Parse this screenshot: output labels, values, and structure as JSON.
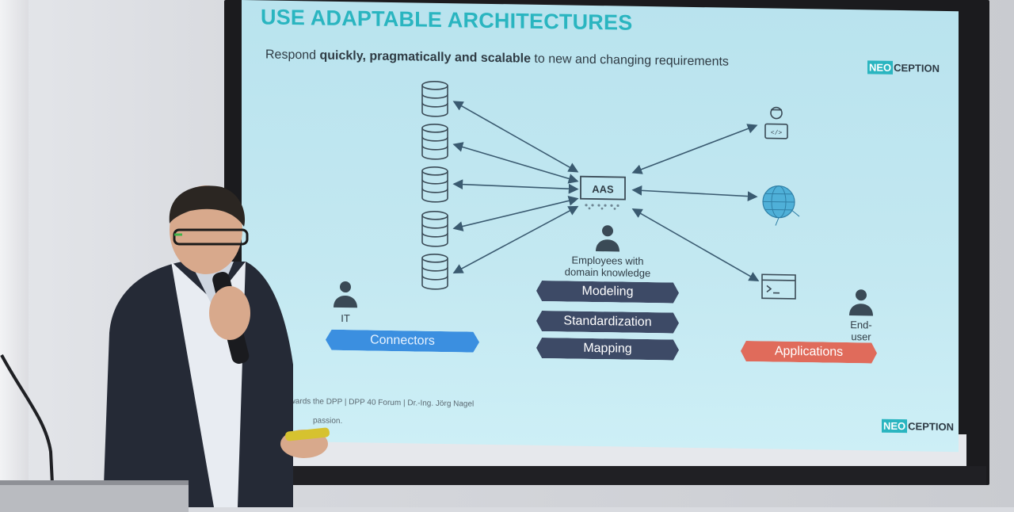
{
  "slide": {
    "title": "USE ADAPTABLE ARCHITECTURES",
    "subtitle_prefix": "Respond ",
    "subtitle_bold": "quickly, pragmatically and scalable",
    "subtitle_suffix": " to new and changing requirements",
    "logo_mark": "NEO",
    "logo_text": "CEPTION",
    "aas_label": "AAS",
    "employees_label_line1": "Employees with",
    "employees_label_line2": "domain knowledge",
    "it_label": "IT",
    "enduser_label_line1": "End-",
    "enduser_label_line2": "user",
    "steps": [
      "Modeling",
      "Standardization",
      "Mapping"
    ],
    "connectors_label": "Connectors",
    "applications_label": "Applications",
    "footer_line1": "path towards the DPP | DPP 40 Forum | Dr.-Ing. Jörg Nagel",
    "footer_line2": "passion."
  },
  "colors": {
    "title": "#2ab5c0",
    "slide_bg": "#c3e8f1",
    "step_pill": "#3d4a66",
    "connectors_pill": "#3b8fe0",
    "applications_pill": "#e06b5b"
  },
  "icons": {
    "databases": "database-icon",
    "aas": "aas-icon",
    "person": "person-icon",
    "developer": "developer-icon",
    "network": "globe-network-icon",
    "terminal": "terminal-window-icon"
  }
}
